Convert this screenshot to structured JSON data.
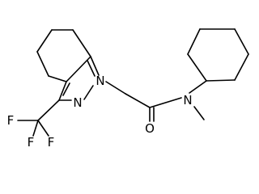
{
  "molecule": {
    "atoms": {
      "n1": "N",
      "n2": "N",
      "o": "O",
      "amide_n": "N",
      "f1": "F",
      "f2": "F",
      "f3": "F"
    }
  }
}
